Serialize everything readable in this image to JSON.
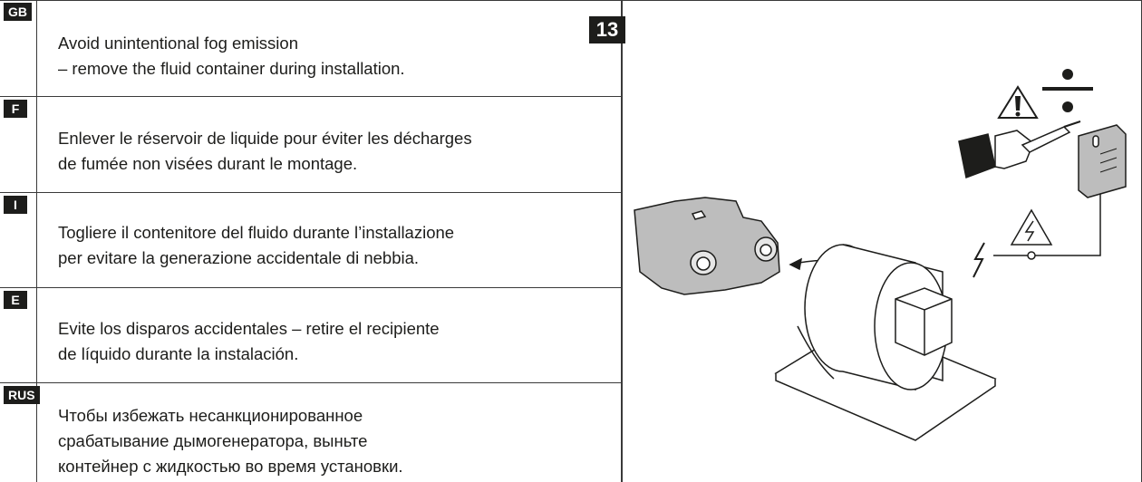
{
  "figure_number": "13",
  "sections": [
    {
      "lang": "GB",
      "lines": [
        "Avoid unintentional fog emission",
        "– remove the fluid container during installation."
      ]
    },
    {
      "lang": "F",
      "lines": [
        "Enlever le réservoir de liquide pour éviter les décharges",
        "de fumée non visées durant le montage."
      ]
    },
    {
      "lang": "I",
      "lines": [
        "Togliere il contenitore del fluido durante l’installazione",
        "per evitare la generazione accidentale di nebbia."
      ]
    },
    {
      "lang": "E",
      "lines": [
        "Evite los disparos accidentales – retire el recipiente",
        "de líquido durante la instalación."
      ]
    },
    {
      "lang": "RUS",
      "lines": [
        "Чтобы избежать несанкционированное",
        "срабатывание дымогенератора, выньте",
        "контейнер с жидкостью во время установки."
      ]
    }
  ],
  "colors": {
    "ink": "#1d1d1b",
    "panel_gray": "#bdbdbd",
    "light_gray": "#e6e6e6"
  }
}
